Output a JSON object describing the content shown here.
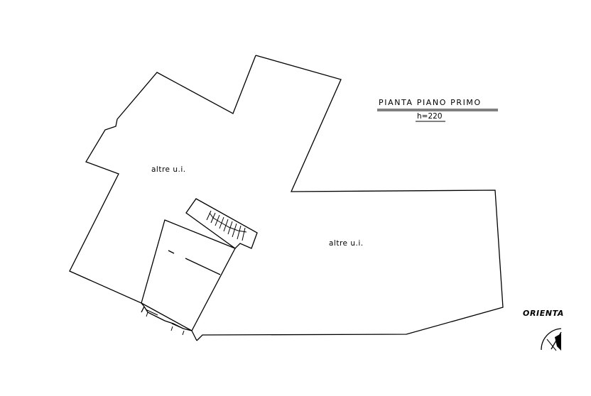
{
  "plan": {
    "title": "PIANTA PIANO PRIMO",
    "subtitle": "h=220",
    "unit_labels": [
      "altre u.i.",
      "altre u.i."
    ],
    "orientation_label": "ORIENTA"
  }
}
